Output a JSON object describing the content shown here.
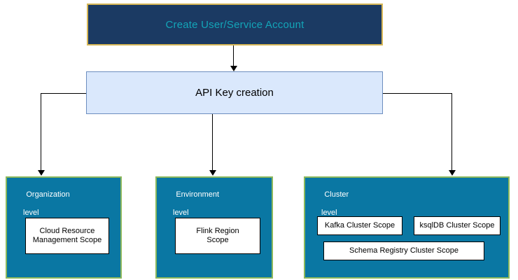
{
  "diagram": {
    "title_box": {
      "label": "Create User/Service Account",
      "fill": "#1b3a63",
      "border": "#d6b656",
      "text_color": "#13a5b8"
    },
    "apikey_box": {
      "label": "API Key creation",
      "fill": "#dae8fc",
      "border": "#6c8ebf",
      "text_color": "#000000"
    },
    "levels": [
      {
        "name": "organization",
        "title_line1": "Organization",
        "title_line2": "level",
        "fill": "#0a77a3",
        "border": "#8cb85c",
        "scopes": [
          {
            "name": "cloud-resource-management-scope",
            "label": "Cloud Resource\nManagement Scope"
          }
        ]
      },
      {
        "name": "environment",
        "title_line1": "Environment",
        "title_line2": "level",
        "fill": "#0a77a3",
        "border": "#8cb85c",
        "scopes": [
          {
            "name": "flink-region-scope",
            "label": "Flink Region\nScope"
          }
        ]
      },
      {
        "name": "cluster",
        "title_line1": "Cluster",
        "title_line2": "level",
        "fill": "#0a77a3",
        "border": "#8cb85c",
        "scopes": [
          {
            "name": "kafka-cluster-scope",
            "label": "Kafka Cluster Scope"
          },
          {
            "name": "ksqldb-cluster-scope",
            "label": "ksqlDB Cluster Scope"
          },
          {
            "name": "schema-registry-cluster-scope",
            "label": "Schema Registry Cluster Scope"
          }
        ]
      }
    ],
    "connectors": [
      {
        "name": "account-to-apikey",
        "from": "title_box",
        "to": "apikey_box"
      },
      {
        "name": "apikey-to-organization",
        "from": "apikey_box",
        "to": "organization"
      },
      {
        "name": "apikey-to-environment",
        "from": "apikey_box",
        "to": "environment"
      },
      {
        "name": "apikey-to-cluster",
        "from": "apikey_box",
        "to": "cluster"
      }
    ]
  }
}
